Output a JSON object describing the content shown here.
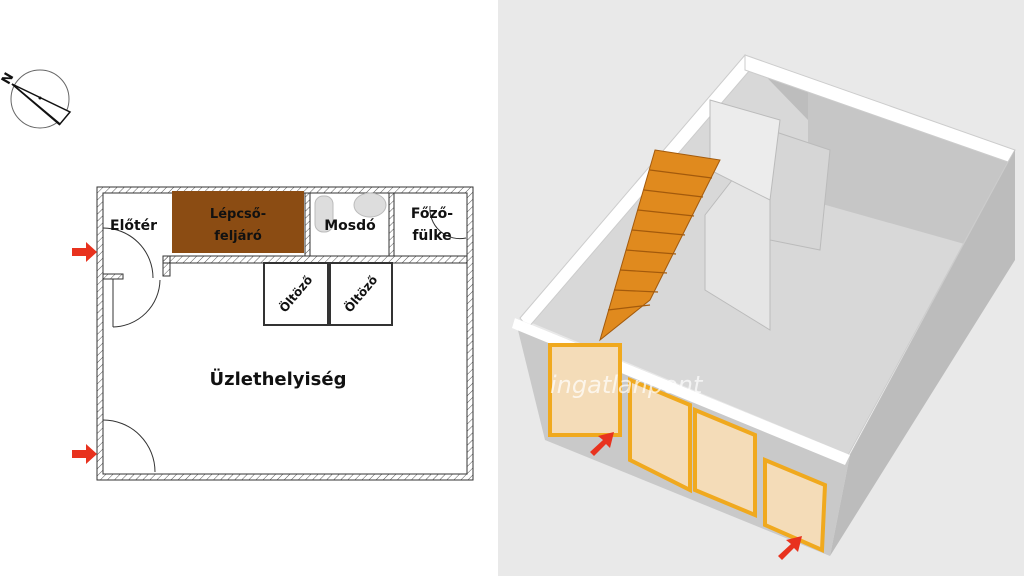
{
  "plan": {
    "compass_label": "N",
    "rooms": {
      "eloter": "Előtér",
      "lepcso_1": "Lépcső-",
      "lepcso_2": "feljáró",
      "mosdo": "Mosdó",
      "fozo_1": "Főző-",
      "fozo_2": "fülke",
      "oltozo_1": "Öltöző",
      "oltozo_2": "Öltöző",
      "uzlet": "Üzlethelyiség"
    }
  },
  "render": {
    "watermark": "ingatlanpont"
  },
  "colors": {
    "stair": "#8b4c13",
    "arrow": "#e8321e",
    "window": "#f0a91e",
    "bg3d": "#e9e9e9"
  }
}
